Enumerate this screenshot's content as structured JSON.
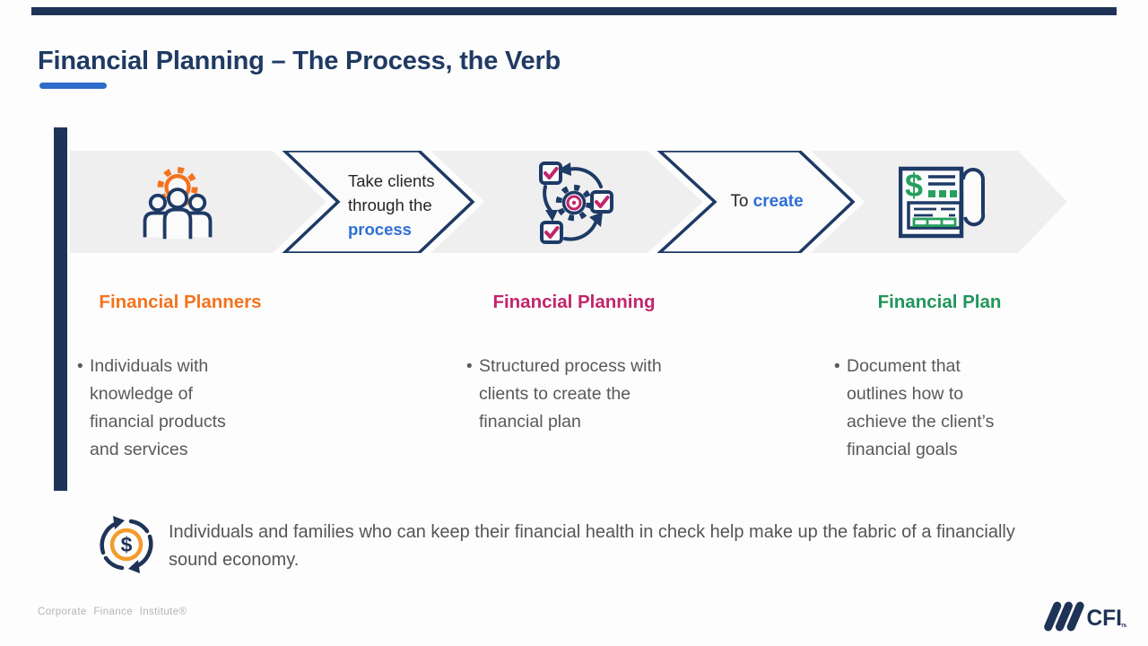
{
  "slide": {
    "title": "Financial Planning – The Process, the Verb",
    "footer": "Corporate Finance Institute®",
    "logo_text": "CFI",
    "logo_tm": "TM"
  },
  "flow": {
    "chevron1": {
      "line1": "Take clients",
      "line2": "through the",
      "highlight": "process"
    },
    "chevron2": {
      "prefix": "To ",
      "highlight": "create"
    },
    "icon_names": [
      "financial-planners-icon",
      "financial-planning-process-icon",
      "financial-plan-document-icon"
    ]
  },
  "columns": [
    {
      "heading": "Financial Planners",
      "bullet": "Individuals with knowledge of financial products and services"
    },
    {
      "heading": "Financial Planning",
      "bullet": "Structured process with clients to create the financial plan"
    },
    {
      "heading": "Financial Plan",
      "bullet": "Document that outlines how to achieve the client’s financial goals"
    }
  ],
  "note": {
    "text": "Individuals and families who can keep their financial health in check help make up the fabric of a financially sound economy."
  },
  "colors": {
    "navy": "#1e3356",
    "icon_navy": "#1e3a66",
    "title_navy": "#1f3a63",
    "accent_blue": "#2e6fd6",
    "orange": "#f4731f",
    "amber": "#f39b2d",
    "magenta": "#c2256b",
    "green": "#21965a",
    "band_gray": "#efeff0",
    "text_gray": "#595959",
    "footer_gray": "#b4b4b4"
  }
}
